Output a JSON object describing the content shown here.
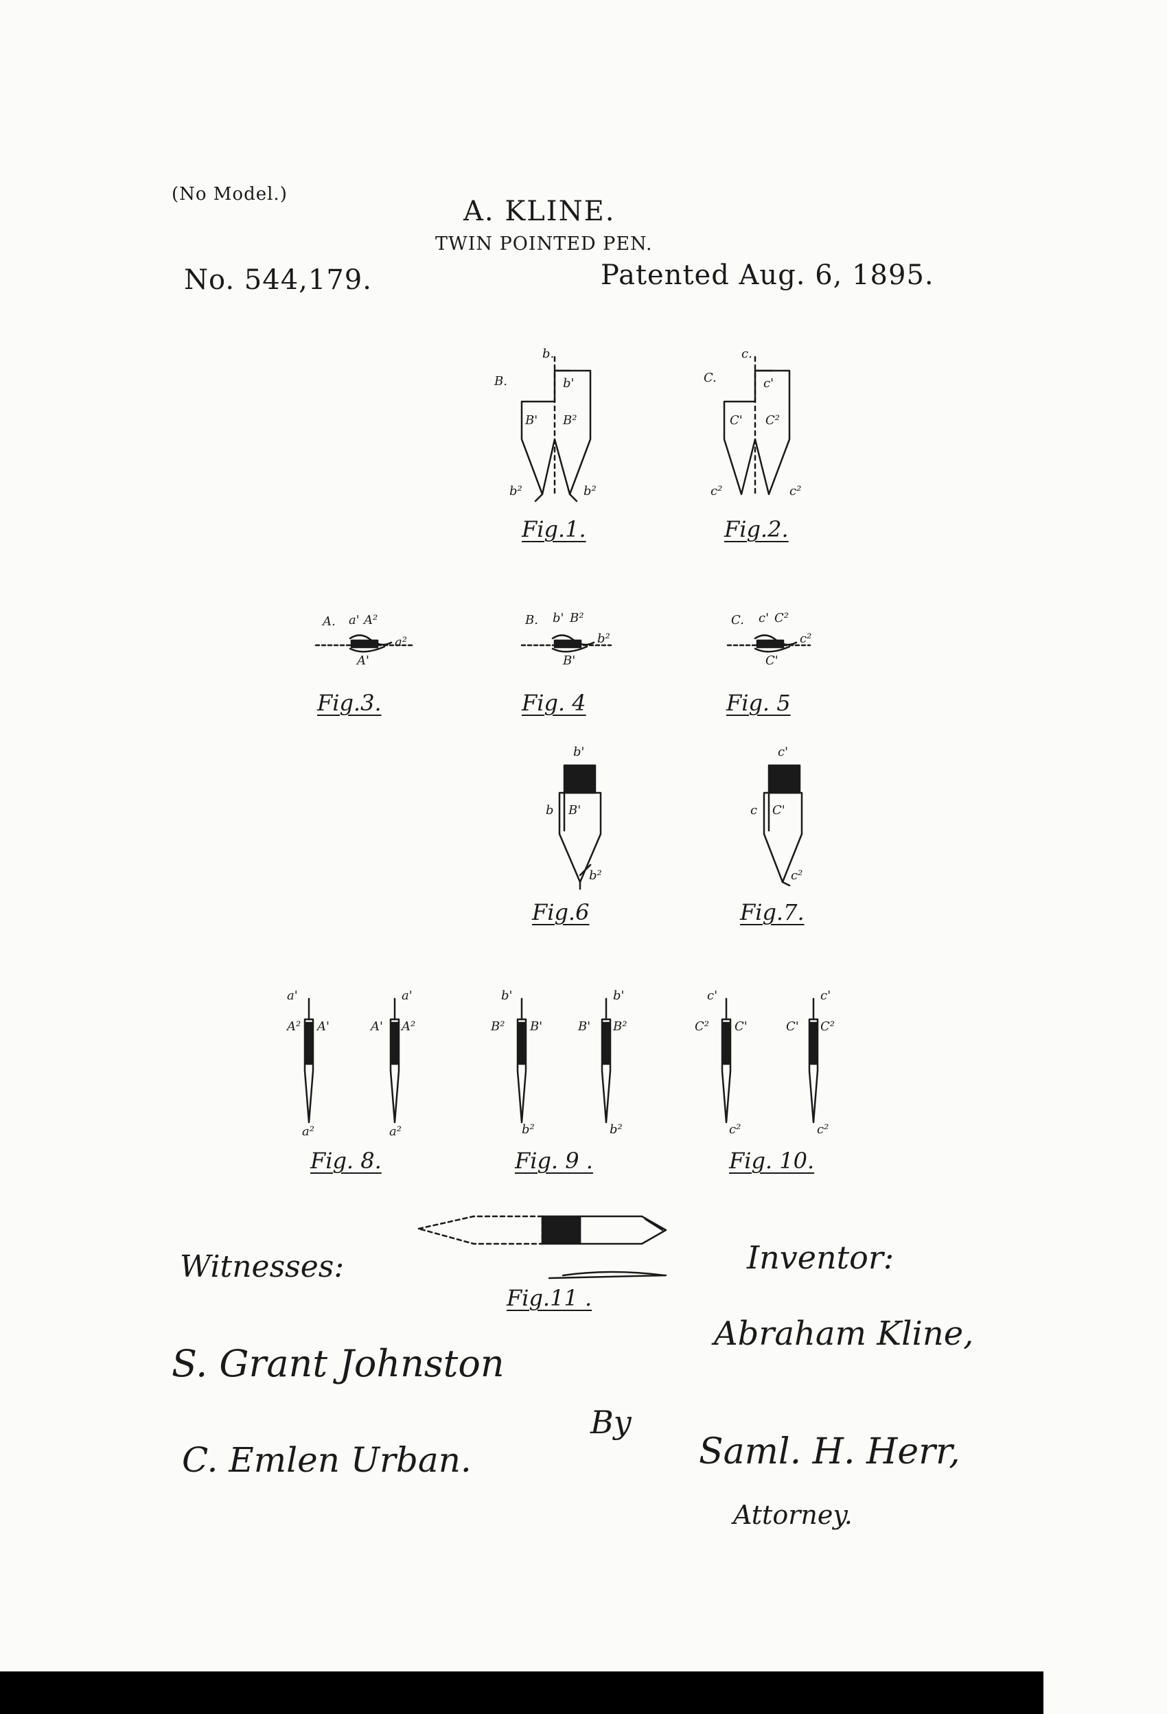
{
  "header": {
    "model_note": "(No Model.)",
    "inventor": "A. KLINE.",
    "title": "TWIN POINTED PEN.",
    "patent_number": "No. 544,179.",
    "patent_date": "Patented Aug. 6, 1895."
  },
  "figures": {
    "fig1": "Fig.1.",
    "fig2": "Fig.2.",
    "fig3": "Fig.3.",
    "fig4": "Fig. 4",
    "fig5": "Fig. 5",
    "fig6": "Fig.6",
    "fig7": "Fig.7.",
    "fig8": "Fig. 8.",
    "fig9": "Fig. 9 .",
    "fig10": "Fig. 10.",
    "fig11": "Fig.11 ."
  },
  "labels": {
    "fig1": [
      "b.",
      "B.",
      "b'",
      "B'",
      "B²",
      "b²",
      "b²"
    ],
    "fig2": [
      "c.",
      "C.",
      "c'",
      "C'",
      "C²",
      "c²",
      "c²"
    ],
    "fig3": [
      "A.",
      "a'",
      "A²",
      "a²",
      "A'"
    ],
    "fig4": [
      "B.",
      "b'",
      "B²",
      "b²",
      "B'"
    ],
    "fig5": [
      "C.",
      "c'",
      "C²",
      "c²",
      "C'"
    ],
    "fig6": [
      "b'",
      "b",
      "B'",
      "b²"
    ],
    "fig7": [
      "c'",
      "c",
      "C'",
      "c²"
    ],
    "fig8": [
      "a'",
      "A²",
      "A'",
      "a²",
      "a'",
      "A'",
      "A²",
      "a²"
    ],
    "fig9": [
      "b'",
      "B²",
      "B'",
      "b²",
      "b'",
      "B'",
      "B²",
      "b²"
    ],
    "fig10": [
      "c'",
      "C²",
      "C'",
      "c²",
      "c'",
      "C'",
      "C²",
      "c²"
    ]
  },
  "signatures": {
    "witnesses_label": "Witnesses:",
    "witness_1": "S. Grant Johnston",
    "witness_2": "C. Emlen Urban.",
    "inventor_label": "Inventor:",
    "inventor_signature": "Abraham Kline,",
    "by_label": "By",
    "attorney_signature": "Saml. H. Herr,",
    "attorney_label": "Attorney."
  },
  "colors": {
    "ink": "#1a1a1a",
    "paper": "#fbfbf9"
  }
}
